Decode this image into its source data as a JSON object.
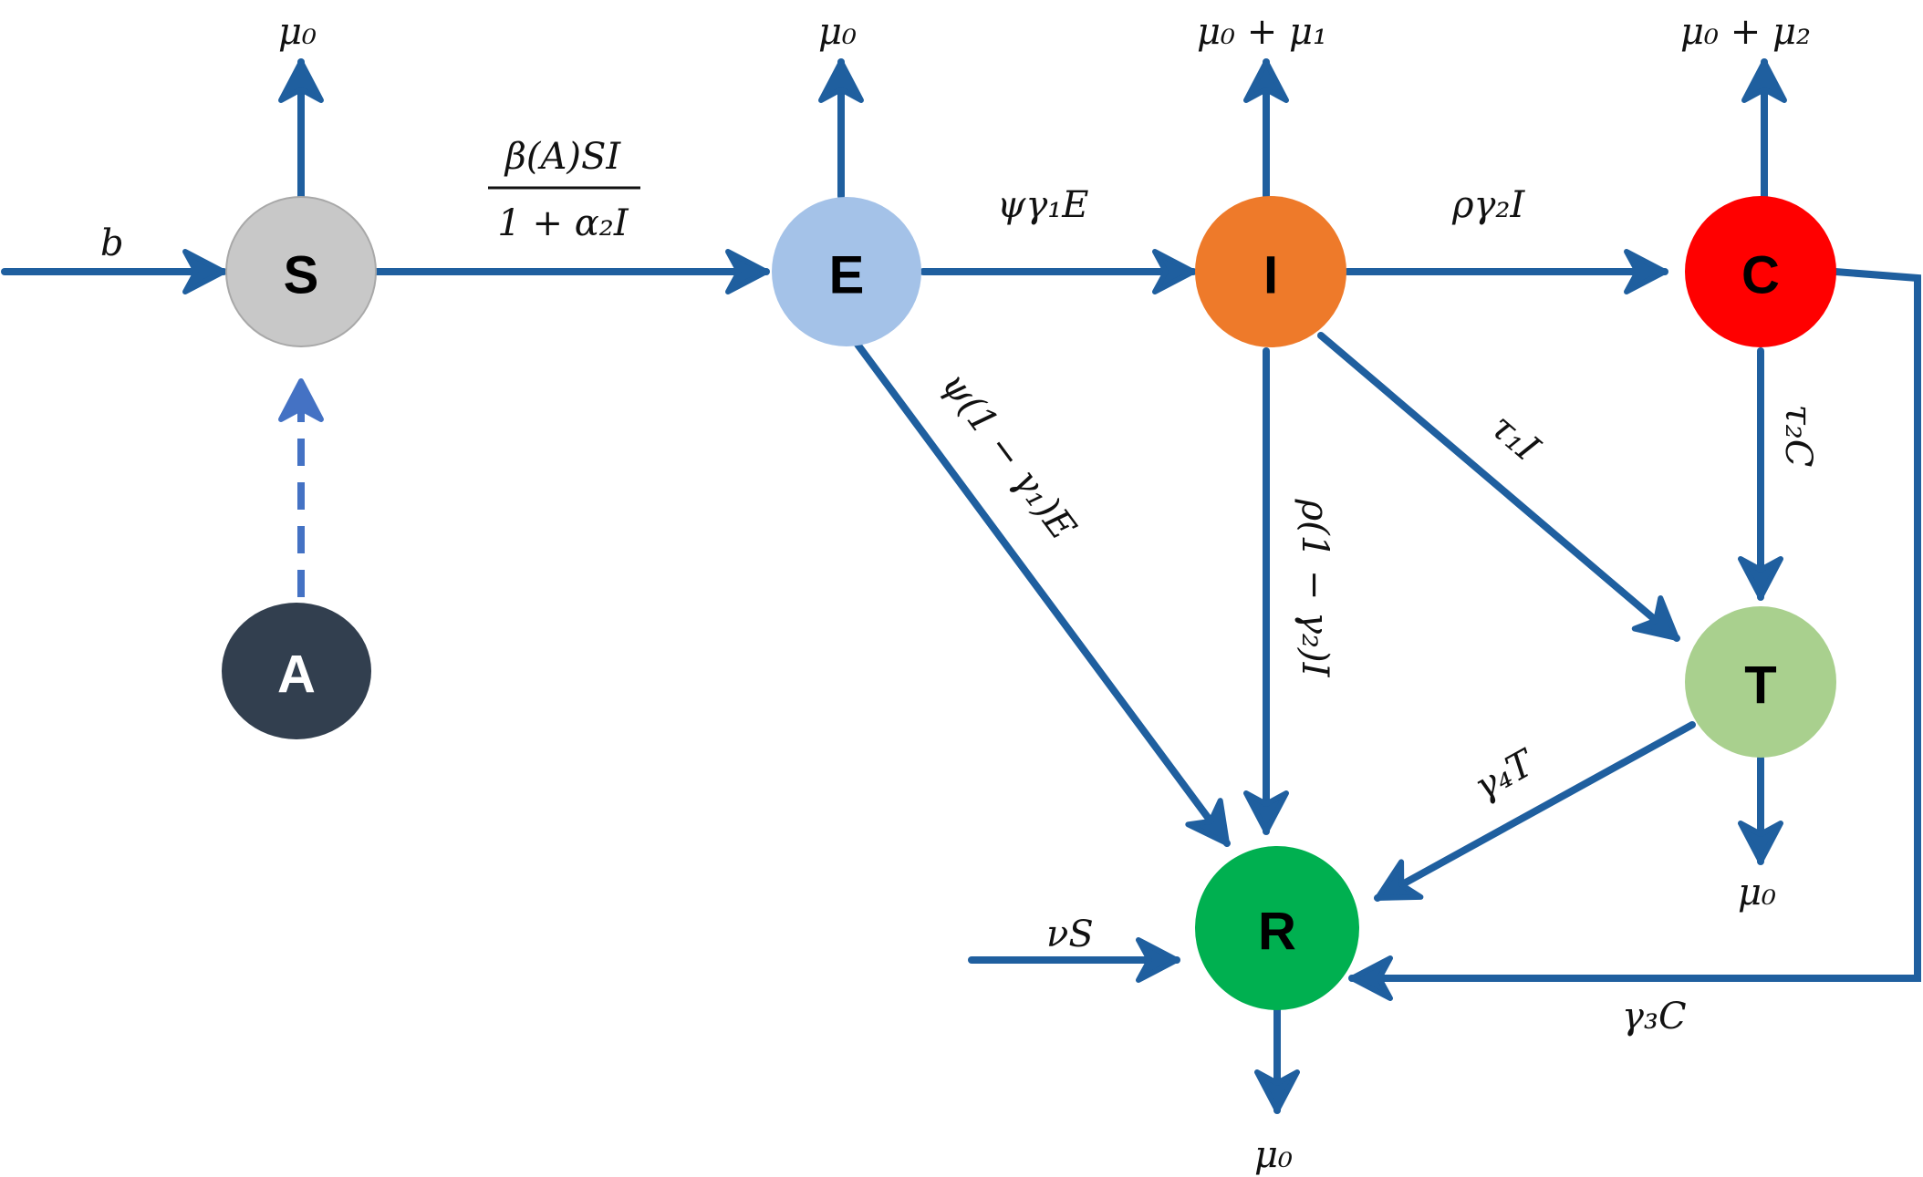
{
  "nodes": {
    "S": {
      "label": "S",
      "color": "#c8c8c8",
      "text_color": "#000000"
    },
    "E": {
      "label": "E",
      "color": "#a4c2e8",
      "text_color": "#000000"
    },
    "I": {
      "label": "I",
      "color": "#ee7a2a",
      "text_color": "#000000"
    },
    "C": {
      "label": "C",
      "color": "#ff0000",
      "text_color": "#000000"
    },
    "T": {
      "label": "T",
      "color": "#a9d08e",
      "text_color": "#000000"
    },
    "R": {
      "label": "R",
      "color": "#00b050",
      "text_color": "#000000"
    },
    "A": {
      "label": "A",
      "color": "#323f4f",
      "text_color": "#ffffff"
    }
  },
  "rates": {
    "b": "b",
    "s_out": "μ₀",
    "e_out": "μ₀",
    "i_out": "μ₀ + μ₁",
    "c_out": "μ₀ + μ₂",
    "t_out": "μ₀",
    "r_out": "μ₀",
    "s_to_e_num": "β(A)SI",
    "s_to_e_den": "1 + α₂I",
    "e_to_i": "ψγ₁E",
    "i_to_c": "ργ₂I",
    "e_to_r": "ψ(1 − γ₁)E",
    "i_to_r": "ρ(1 − γ₂)I",
    "i_to_t": "τ₁I",
    "c_to_t": "τ₂C",
    "t_to_r": "γ₄T",
    "c_to_r": "γ₃C",
    "v_to_r": "νS"
  },
  "colors": {
    "arrow": "#1f5f9f",
    "dashed_arrow": "#4472c4"
  }
}
